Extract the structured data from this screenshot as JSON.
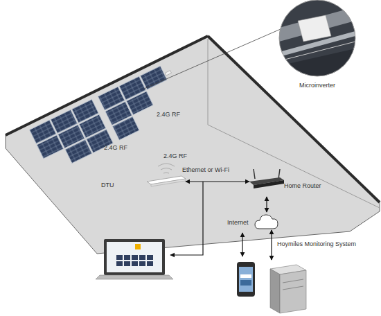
{
  "diagram": {
    "nodes": [
      {
        "text": [
          "Microinverter"
        ]
      },
      {
        "text": [
          "DTU"
        ]
      },
      {
        "text": [
          "Home Router"
        ]
      },
      {
        "text": [
          "Internet"
        ]
      },
      {
        "text": [
          "Hoymiles Monitoring System"
        ]
      }
    ],
    "edges": [
      {
        "from": 1,
        "to": 2,
        "arrow": "both",
        "label": "Ethernet or Wi-Fi"
      },
      {
        "from": 2,
        "to": 3,
        "arrow": "both"
      },
      {
        "from": 3,
        "to": 4,
        "arrow": "both"
      }
    ],
    "labels": [
      "2.4G RF",
      "2.4G RF",
      "2.4G RF"
    ]
  }
}
